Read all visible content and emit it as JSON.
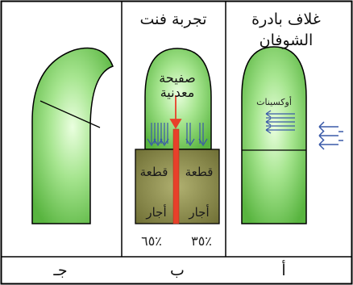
{
  "titles": {
    "coleoptile": "غلاف بادرة",
    "coleoptile_line2": "الشوفان",
    "went_experiment": "تجربة فنت"
  },
  "labels": {
    "auxins": "أوكسينات",
    "metal_plate_line1": "صفيحة",
    "metal_plate_line2": "معدنية",
    "block_left_top": "قطعة",
    "block_right_top": "قطعة",
    "block_left_bottom": "أجار",
    "block_right_bottom": "أجار"
  },
  "percentages": {
    "left": "٦٥٪",
    "right": "٣٥٪"
  },
  "panel_letters": {
    "a": "أ",
    "b": "ب",
    "c": "جـ"
  },
  "colors": {
    "tip_green": "#7fd16a",
    "shoot_green": "#8ed87a",
    "agar_block": "#8a8a4a",
    "metal_plate": "#e8402a",
    "arrow_blue": "#3a5aa8"
  }
}
